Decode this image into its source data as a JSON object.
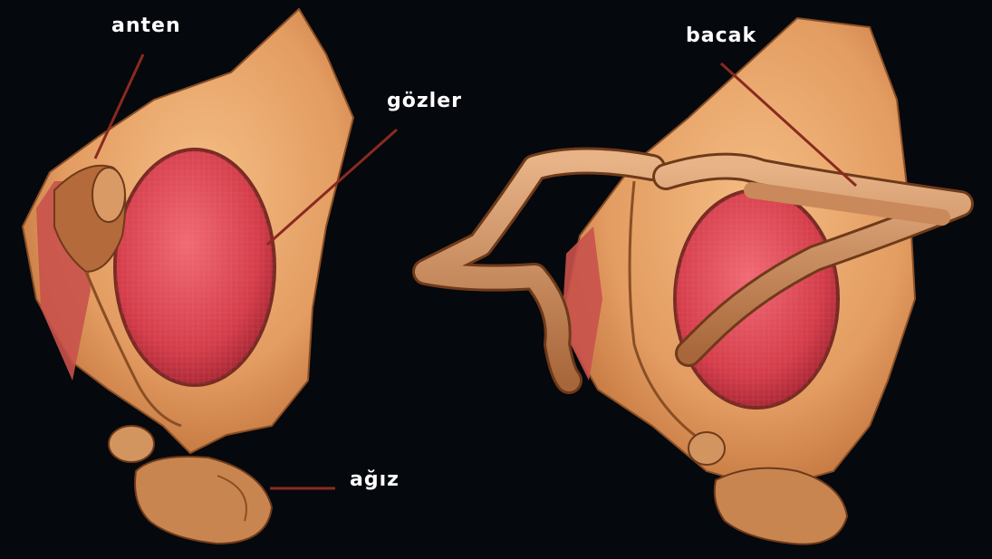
{
  "labels": {
    "antenna": "anten",
    "eyes": "gözler",
    "mouth": "ağız",
    "leg": "bacak"
  },
  "colors": {
    "background": "#05080d",
    "head": "#e8a66b",
    "eye": "#d8434f",
    "leader_line": "#8a2a1f",
    "text": "#ffffff"
  }
}
